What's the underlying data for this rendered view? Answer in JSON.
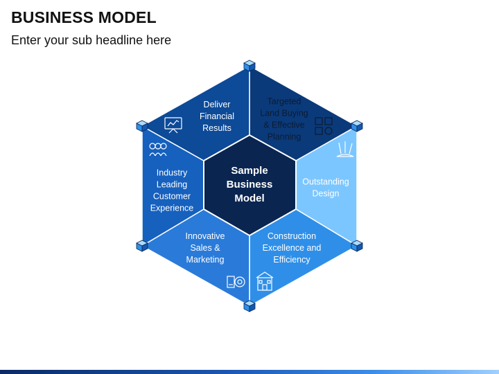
{
  "header": {
    "title": "BUSINESS MODEL",
    "subtitle": "Enter your sub headline here"
  },
  "diagram": {
    "center_lines": [
      "Sample",
      "Business",
      "Model"
    ],
    "segments": [
      {
        "lines": [
          "Deliver",
          "Financial",
          "Results"
        ],
        "icon": "presentation-chart-icon",
        "color": "#0b3a7a"
      },
      {
        "lines": [
          "Targeted",
          "Land Buying",
          "& Effective",
          "Planning"
        ],
        "icon": "planning-board-icon",
        "color": "#7cc6ff"
      },
      {
        "lines": [
          "Outstanding",
          "Design"
        ],
        "icon": "design-tools-icon",
        "color": "#2f8fe8"
      },
      {
        "lines": [
          "Construction",
          "Excellence and",
          "Efficiency"
        ],
        "icon": "building-construction-icon",
        "color": "#2a7bd9"
      },
      {
        "lines": [
          "Innovative",
          "Sales &",
          "Marketing"
        ],
        "icon": "marketing-analytics-icon",
        "color": "#1660be"
      },
      {
        "lines": [
          "Industry",
          "Leading",
          "Customer",
          "Experience"
        ],
        "icon": "customer-feedback-icon",
        "color": "#0d4a98"
      }
    ],
    "center_color": "#0a2550",
    "cube_color": "#2f8fe8"
  }
}
